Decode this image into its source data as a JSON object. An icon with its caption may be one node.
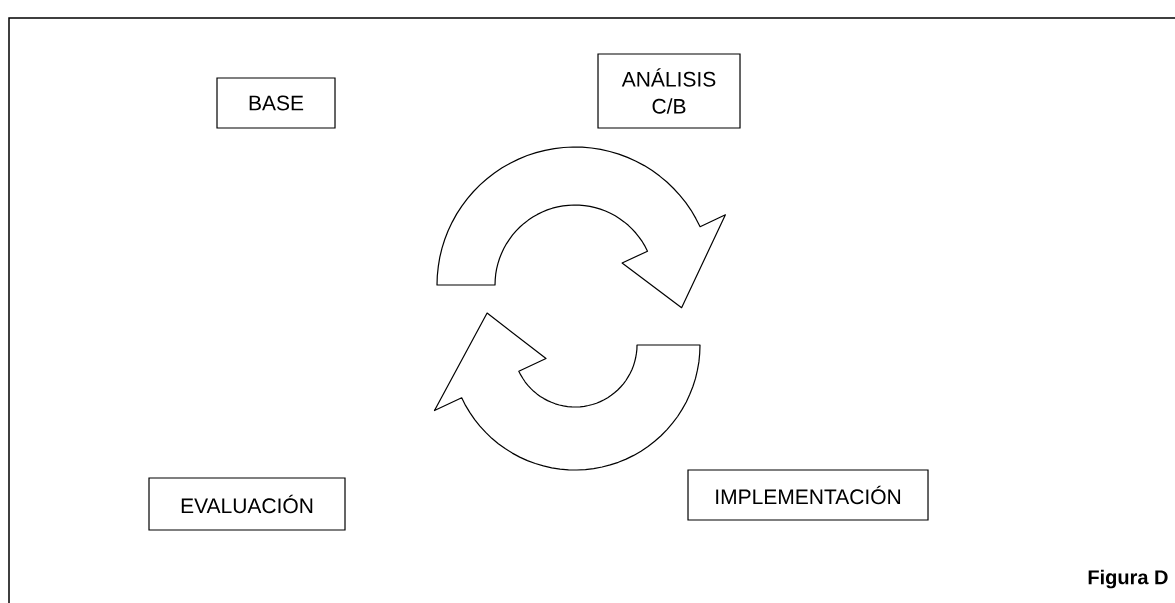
{
  "diagram": {
    "nodes": [
      {
        "text": [
          "BASE"
        ]
      },
      {
        "text": [
          "ANÁLISIS C/B"
        ]
      },
      {
        "text": [
          "EVALUACIÓN"
        ]
      },
      {
        "text": [
          "IMPLEMENTACIÓN"
        ]
      }
    ],
    "labels": [
      "Figura D"
    ]
  }
}
